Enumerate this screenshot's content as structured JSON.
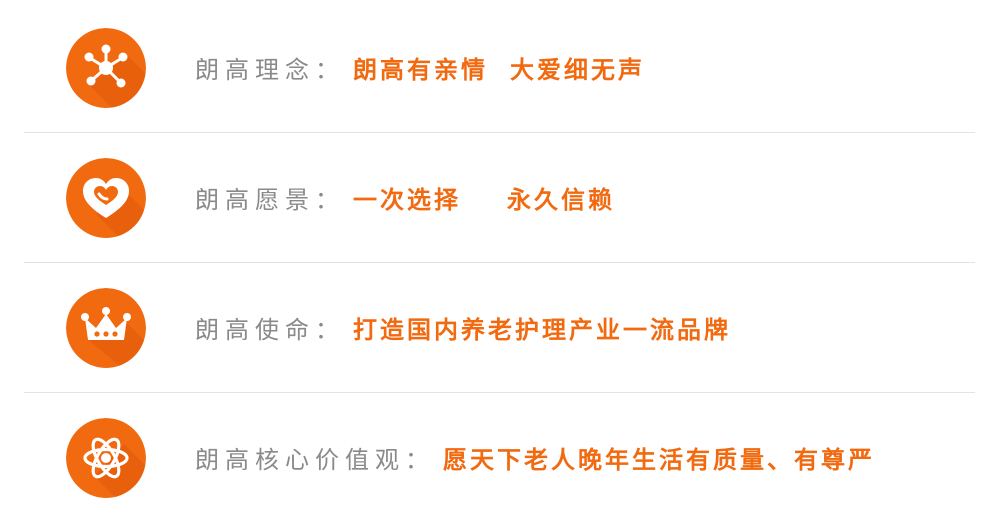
{
  "palette": {
    "accent": "#f26a10",
    "accent_light": "#ff8a2e",
    "shadow": "#e2580a",
    "label_gray": "#8a8a8a",
    "divider": "#e3e3e3"
  },
  "rows": [
    {
      "icon": "network-nodes-icon",
      "label": "朗高理念：",
      "value_part1": "朗高有亲情",
      "value_part2": "大爱细无声"
    },
    {
      "icon": "heart-icon",
      "label": "朗高愿景：",
      "value_part1": "一次选择",
      "value_part2": "永久信赖"
    },
    {
      "icon": "crown-icon",
      "label": "朗高使命：",
      "value_part1": "打造国内养老护理产业一流品牌"
    },
    {
      "icon": "atom-icon",
      "label": "朗高核心价值观：",
      "value_part1": "愿天下老人晚年生活有质量、有尊严"
    }
  ]
}
